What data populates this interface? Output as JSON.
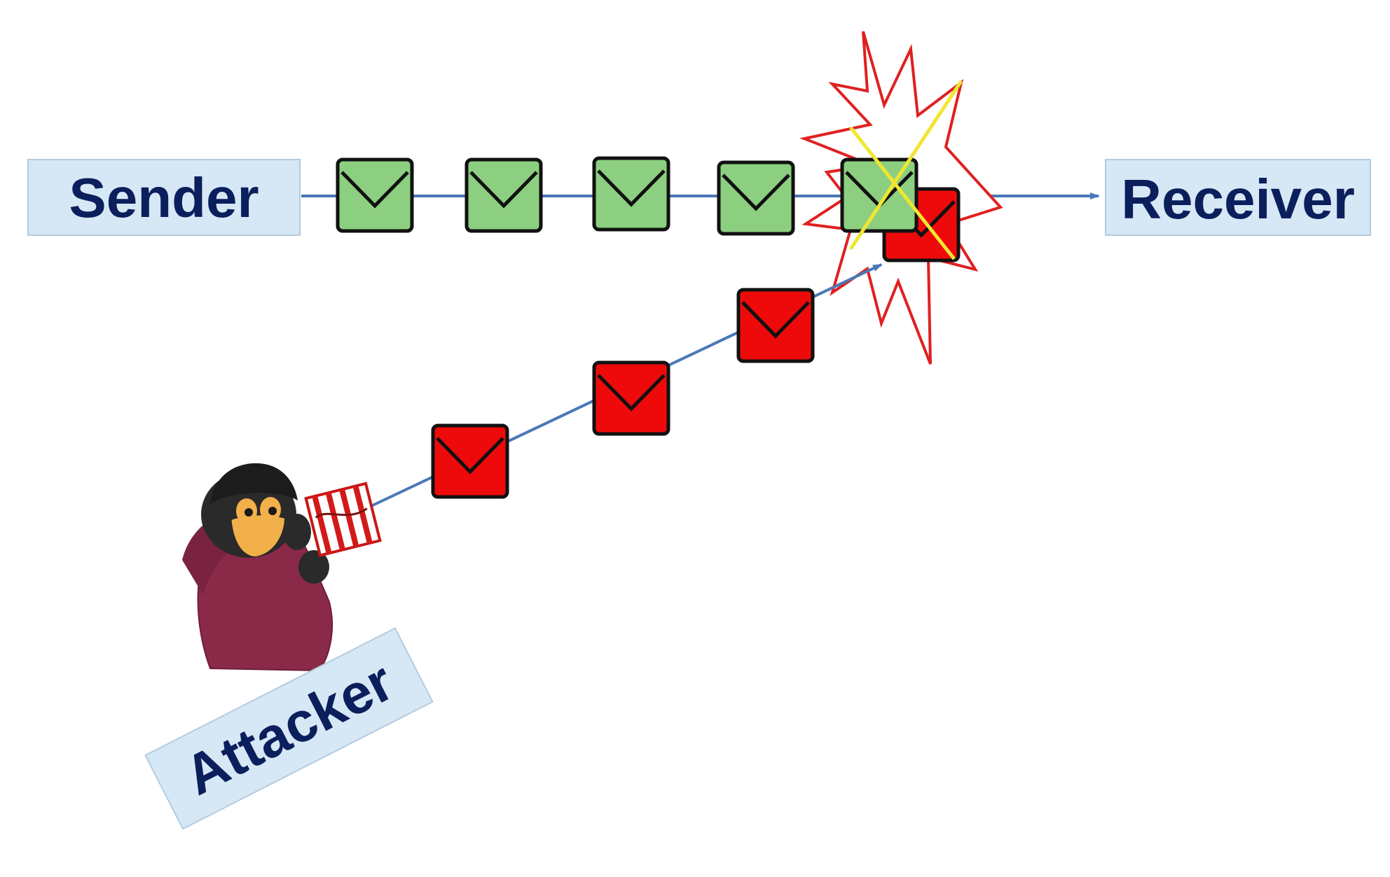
{
  "labels": {
    "sender": "Sender",
    "receiver": "Receiver",
    "attacker": "Attacker"
  },
  "colors": {
    "label_box_fill": "#d6e8f5",
    "label_box_stroke": "#b4cbe0",
    "label_text": "#0b1f5c",
    "legit_message": "#8ccf80",
    "jam_message": "#ee0a0a",
    "path_line": "#4a78b8",
    "burst_outline": "#e02020",
    "cross_mark": "#f0e630",
    "hood": "#8b2a48",
    "mask": "#2a2a2a",
    "skin": "#f2b04a"
  },
  "icons": {
    "legit_message": "envelope-icon",
    "jam_message": "envelope-icon",
    "collision": "collision-burst-icon",
    "attacker": "hooded-hacker-icon"
  }
}
